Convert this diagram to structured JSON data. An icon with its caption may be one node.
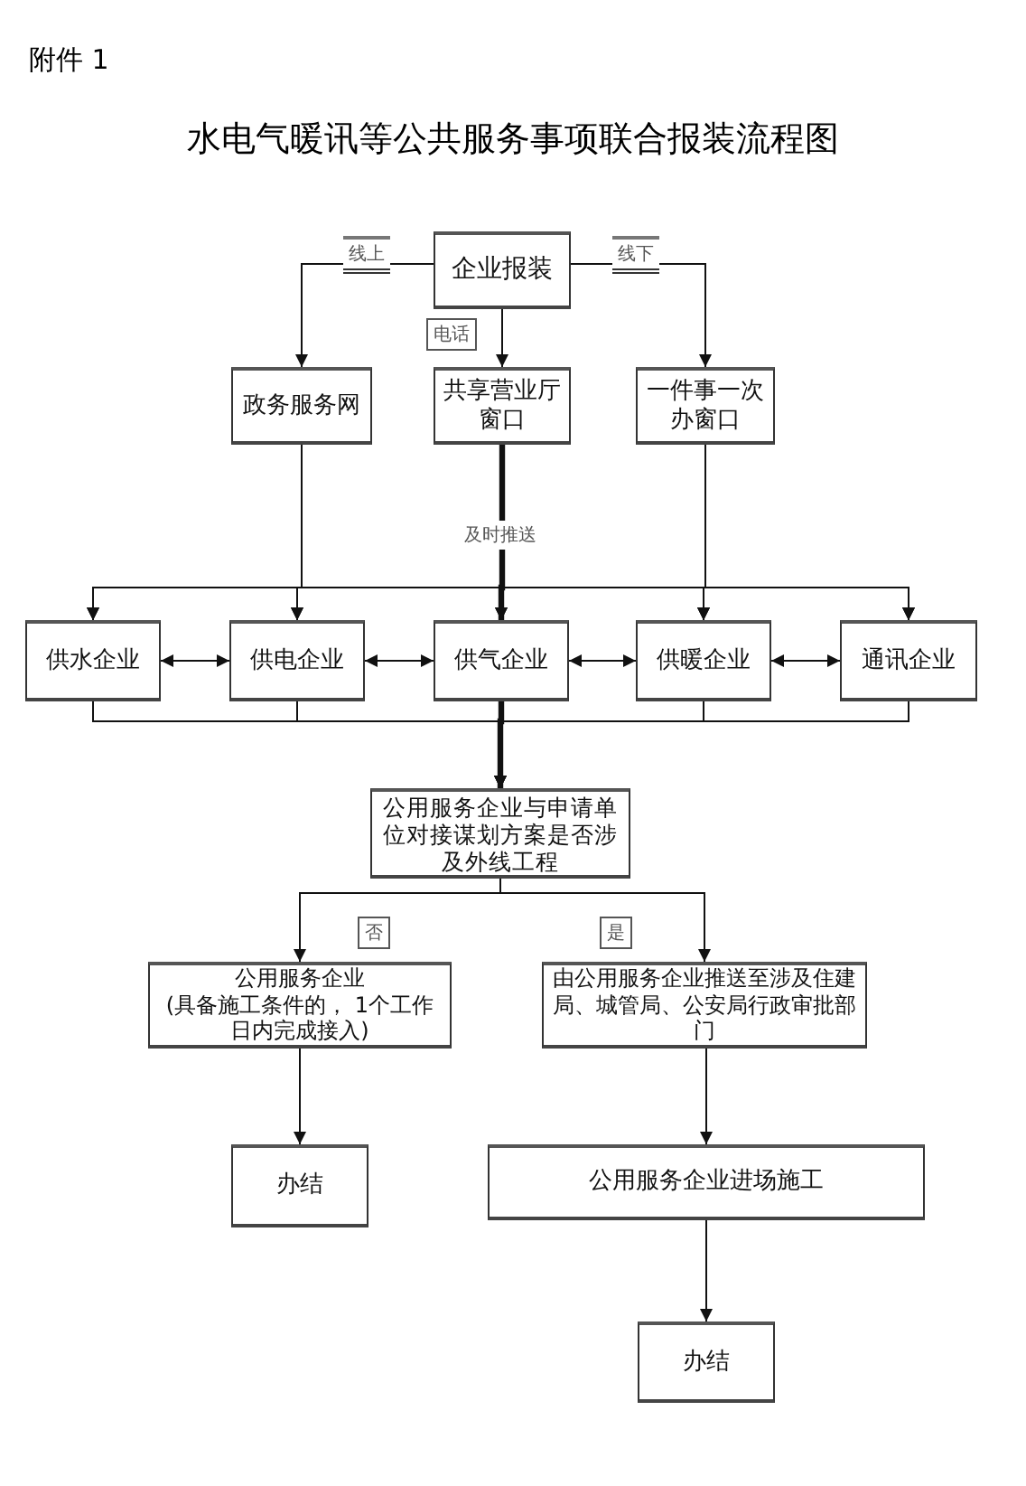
{
  "diagram": {
    "title": "水电气暖讯等公共服务事项联合报装流程图",
    "nodes": [
      {
        "text": [
          "企业报装"
        ]
      },
      {
        "text": [
          "政务服务网"
        ]
      },
      {
        "text": [
          "共享营业厅窗口"
        ]
      },
      {
        "text": [
          "一件事一次办窗口"
        ]
      },
      {
        "text": [
          "供水企业"
        ]
      },
      {
        "text": [
          "供电企业"
        ]
      },
      {
        "text": [
          "供气企业"
        ]
      },
      {
        "text": [
          "供暖企业"
        ]
      },
      {
        "text": [
          "通讯企业"
        ]
      },
      {
        "text": [
          "公用服务企业与申请单位对接谋划方案是否涉及外线工程"
        ]
      },
      {
        "text": [
          "公用服务企业",
          "(具备施工条件的， 1个工作日内完成接入)"
        ]
      },
      {
        "text": [
          "由公用服务企业推送至涉及住建局、城管局、公安局行政审批部门"
        ]
      },
      {
        "text": [
          "办结"
        ]
      },
      {
        "text": [
          "公用服务企业进场施工"
        ]
      },
      {
        "text": [
          "办结"
        ]
      }
    ],
    "edges": [
      {
        "from": 0,
        "to": 1,
        "arrow": "to",
        "label": "线上"
      },
      {
        "from": 0,
        "to": 2,
        "arrow": "to",
        "label": "电话"
      },
      {
        "from": 0,
        "to": 3,
        "arrow": "to",
        "label": "线下"
      },
      {
        "from": 1,
        "to": 4,
        "arrow": "to"
      },
      {
        "from": 1,
        "to": 5,
        "arrow": "to"
      },
      {
        "from": 1,
        "to": 6,
        "arrow": "to"
      },
      {
        "from": 1,
        "to": 7,
        "arrow": "to"
      },
      {
        "from": 1,
        "to": 8,
        "arrow": "to"
      },
      {
        "from": 2,
        "to": 4,
        "arrow": "to"
      },
      {
        "from": 2,
        "to": 5,
        "arrow": "to"
      },
      {
        "from": 2,
        "to": 6,
        "arrow": "to",
        "label": "及时推送",
        "style": "thick"
      },
      {
        "from": 2,
        "to": 7,
        "arrow": "to"
      },
      {
        "from": 2,
        "to": 8,
        "arrow": "to"
      },
      {
        "from": 3,
        "to": 4,
        "arrow": "to"
      },
      {
        "from": 3,
        "to": 5,
        "arrow": "to"
      },
      {
        "from": 3,
        "to": 6,
        "arrow": "to"
      },
      {
        "from": 3,
        "to": 7,
        "arrow": "to"
      },
      {
        "from": 3,
        "to": 8,
        "arrow": "to"
      },
      {
        "from": 4,
        "to": 5,
        "arrow": "both"
      },
      {
        "from": 5,
        "to": 6,
        "arrow": "both"
      },
      {
        "from": 6,
        "to": 7,
        "arrow": "both"
      },
      {
        "from": 7,
        "to": 8,
        "arrow": "both"
      },
      {
        "from": 4,
        "to": 9,
        "arrow": "to"
      },
      {
        "from": 5,
        "to": 9,
        "arrow": "to"
      },
      {
        "from": 6,
        "to": 9,
        "arrow": "to",
        "style": "thick"
      },
      {
        "from": 7,
        "to": 9,
        "arrow": "to"
      },
      {
        "from": 8,
        "to": 9,
        "arrow": "to"
      },
      {
        "from": 9,
        "to": 10,
        "arrow": "to",
        "label": "否"
      },
      {
        "from": 9,
        "to": 11,
        "arrow": "to",
        "label": "是"
      },
      {
        "from": 10,
        "to": 12,
        "arrow": "to"
      },
      {
        "from": 11,
        "to": 13,
        "arrow": "to"
      },
      {
        "from": 13,
        "to": 14,
        "arrow": "to"
      }
    ],
    "labels": [
      "附件 1"
    ]
  }
}
